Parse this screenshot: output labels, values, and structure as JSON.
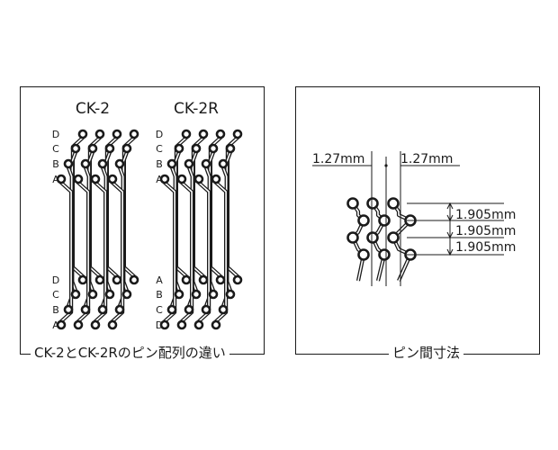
{
  "left_panel": {
    "caption": "CK-2とCK-2Rのピン配列の違い",
    "ck2": {
      "title": "CK-2",
      "top_labels": [
        "D",
        "C",
        "B",
        "A"
      ],
      "bottom_labels": [
        "D",
        "C",
        "B",
        "A"
      ]
    },
    "ck2r": {
      "title": "CK-2R",
      "top_labels": [
        "D",
        "C",
        "B",
        "A"
      ],
      "bottom_labels": [
        "A",
        "B",
        "C",
        "D"
      ]
    }
  },
  "right_panel": {
    "caption": "ピン間寸法",
    "horizontal_dims": [
      "1.27mm",
      "1.27mm"
    ],
    "vertical_dims": [
      "1.905mm",
      "1.905mm",
      "1.905mm"
    ]
  }
}
